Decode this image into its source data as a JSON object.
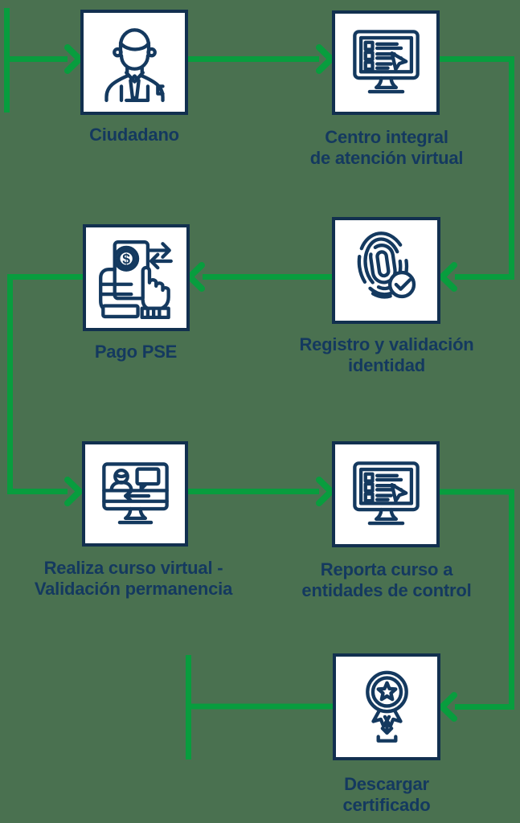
{
  "diagram": {
    "type": "flowchart",
    "description_visible": false
  },
  "colors": {
    "background": "#4a7150",
    "connector_green": "#089d3e",
    "navy_border": "#12304f",
    "navy_text": "#14395f",
    "node_fill": "#ffffff"
  },
  "nodes": [
    {
      "id": "ciudadano",
      "icon": "person-icon",
      "line1": "Ciudadano",
      "line2": ""
    },
    {
      "id": "centro-atencion",
      "icon": "monitor-checklist-icon",
      "line1": "Centro integral",
      "line2": "de atención virtual"
    },
    {
      "id": "registro-validacion",
      "icon": "fingerprint-check-icon",
      "line1": "Registro y validación",
      "line2": "identidad"
    },
    {
      "id": "pago-pse",
      "icon": "mobile-payment-icon",
      "line1": "Pago PSE",
      "line2": ""
    },
    {
      "id": "curso-virtual",
      "icon": "video-course-icon",
      "line1": "Realiza curso virtual -",
      "line2": "Validación permanencia"
    },
    {
      "id": "reporta-curso",
      "icon": "monitor-checklist-icon",
      "line1": "Reporta curso a",
      "line2": "entidades de control"
    },
    {
      "id": "descargar-certificado",
      "icon": "award-download-icon",
      "line1": "Descargar",
      "line2": "certificado"
    }
  ],
  "connections": [
    {
      "from": "start-terminator",
      "to": "ciudadano"
    },
    {
      "from": "ciudadano",
      "to": "centro-atencion"
    },
    {
      "from": "centro-atencion",
      "to": "registro-validacion"
    },
    {
      "from": "registro-validacion",
      "to": "pago-pse"
    },
    {
      "from": "pago-pse",
      "to": "curso-virtual"
    },
    {
      "from": "curso-virtual",
      "to": "reporta-curso"
    },
    {
      "from": "reporta-curso",
      "to": "descargar-certificado"
    },
    {
      "from": "descargar-certificado",
      "to": "end-terminator"
    }
  ],
  "icons": {
    "coin_symbol": "$"
  }
}
